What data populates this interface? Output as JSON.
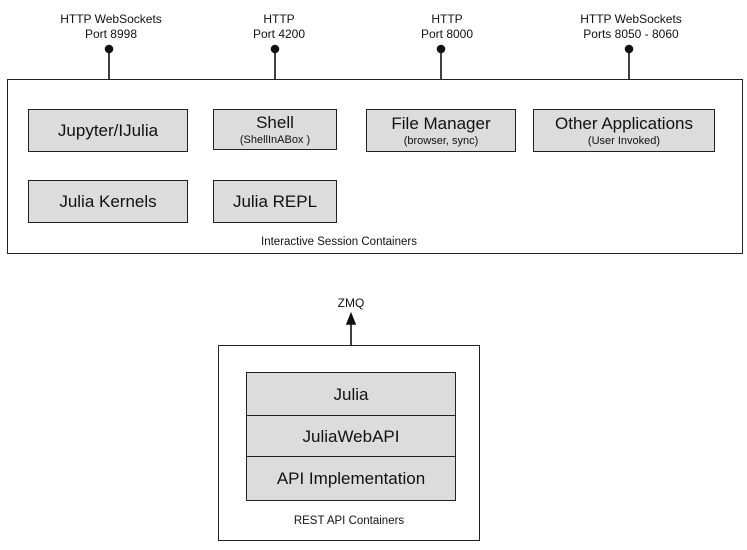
{
  "interactive": {
    "caption": "Interactive Session Containers",
    "ports": [
      {
        "line1": "HTTP WebSockets",
        "line2": "Port 8998"
      },
      {
        "line1": "HTTP",
        "line2": "Port 4200"
      },
      {
        "line1": "HTTP",
        "line2": "Port 8000"
      },
      {
        "line1": "HTTP WebSockets",
        "line2": "Ports 8050 - 8060"
      }
    ],
    "boxes": {
      "jupyter": {
        "title": "Jupyter/IJulia"
      },
      "kernels": {
        "title": "Julia Kernels"
      },
      "shell": {
        "title": "Shell",
        "subtitle": "(ShellInABox )"
      },
      "repl": {
        "title": "Julia REPL"
      },
      "file_manager": {
        "title": "File Manager",
        "subtitle": "(browser, sync)"
      },
      "other_apps": {
        "title": "Other Applications",
        "subtitle": "(User Invoked)"
      }
    }
  },
  "rest": {
    "caption": "REST API Containers",
    "zmq_label": "ZMQ",
    "stack": [
      {
        "title": "Julia"
      },
      {
        "title": "JuliaWebAPI"
      },
      {
        "title": "API Implementation"
      }
    ]
  }
}
